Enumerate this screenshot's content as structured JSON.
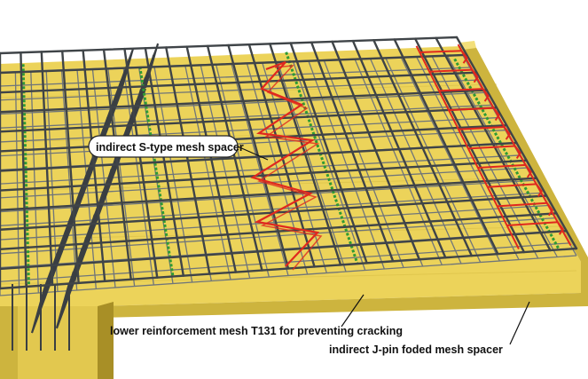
{
  "labels": {
    "s_spacer": "indirect S-type mesh spacer",
    "lower_mesh": "lower reinforcement mesh T131 for preventing cracking",
    "j_pin_spacer": "indirect J-pin foded mesh spacer"
  },
  "colors": {
    "formwork": "#ecd35a",
    "formwork_shade": "#cdb43e",
    "formwork_dark": "#a88f26",
    "rebar": "#3f4448",
    "rebar_light": "#8a9096",
    "spacer_red": "#e0281e",
    "spacer_green": "#2f9a34",
    "callout_bg": "#ffffff",
    "callout_border": "#222222"
  }
}
